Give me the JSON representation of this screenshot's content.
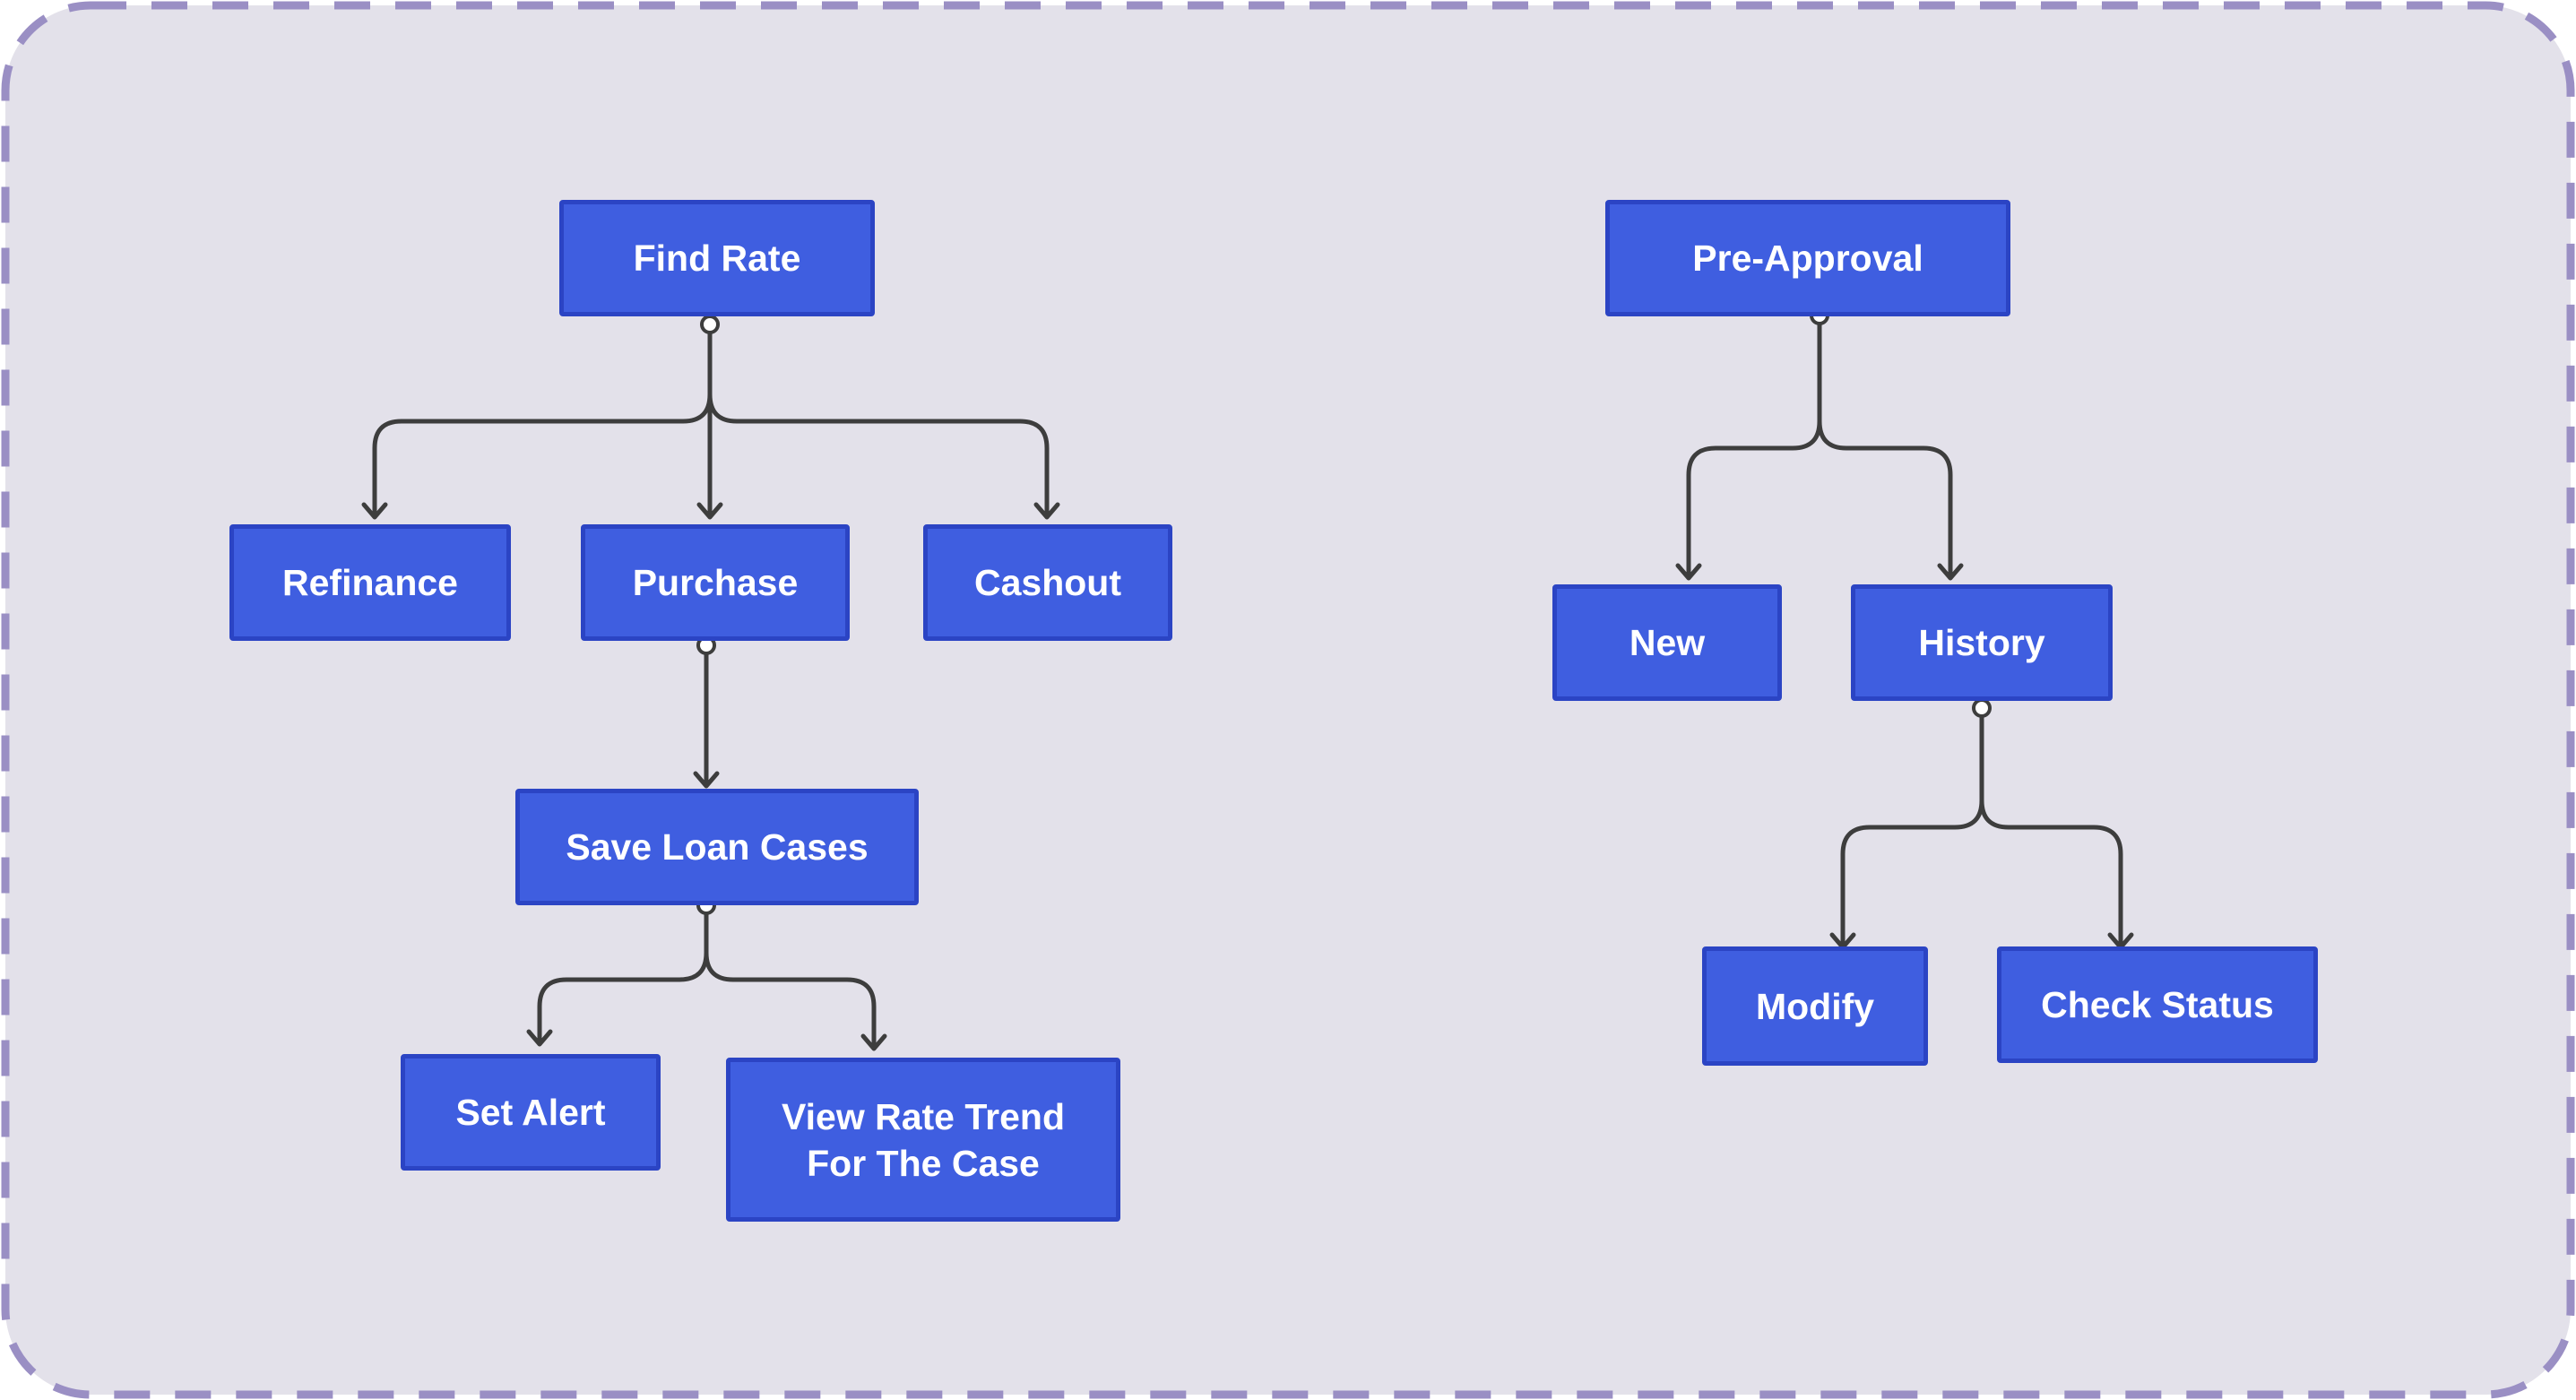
{
  "colors": {
    "background": "#e3e1ea",
    "frame_border": "#9a8fc4",
    "node_fill": "#3f5ee0",
    "node_border": "#2b44c4",
    "node_text": "#ffffff",
    "connector": "#3d3d3d"
  },
  "left_tree": {
    "root": "Find Rate",
    "children": [
      "Refinance",
      "Purchase",
      "Cashout"
    ],
    "purchase_child": "Save Loan Cases",
    "save_children": [
      "Set Alert",
      "View Rate Trend For The Case"
    ]
  },
  "right_tree": {
    "root": "Pre-Approval",
    "children": [
      "New",
      "History"
    ],
    "history_children": [
      "Modify",
      "Check Status"
    ]
  }
}
